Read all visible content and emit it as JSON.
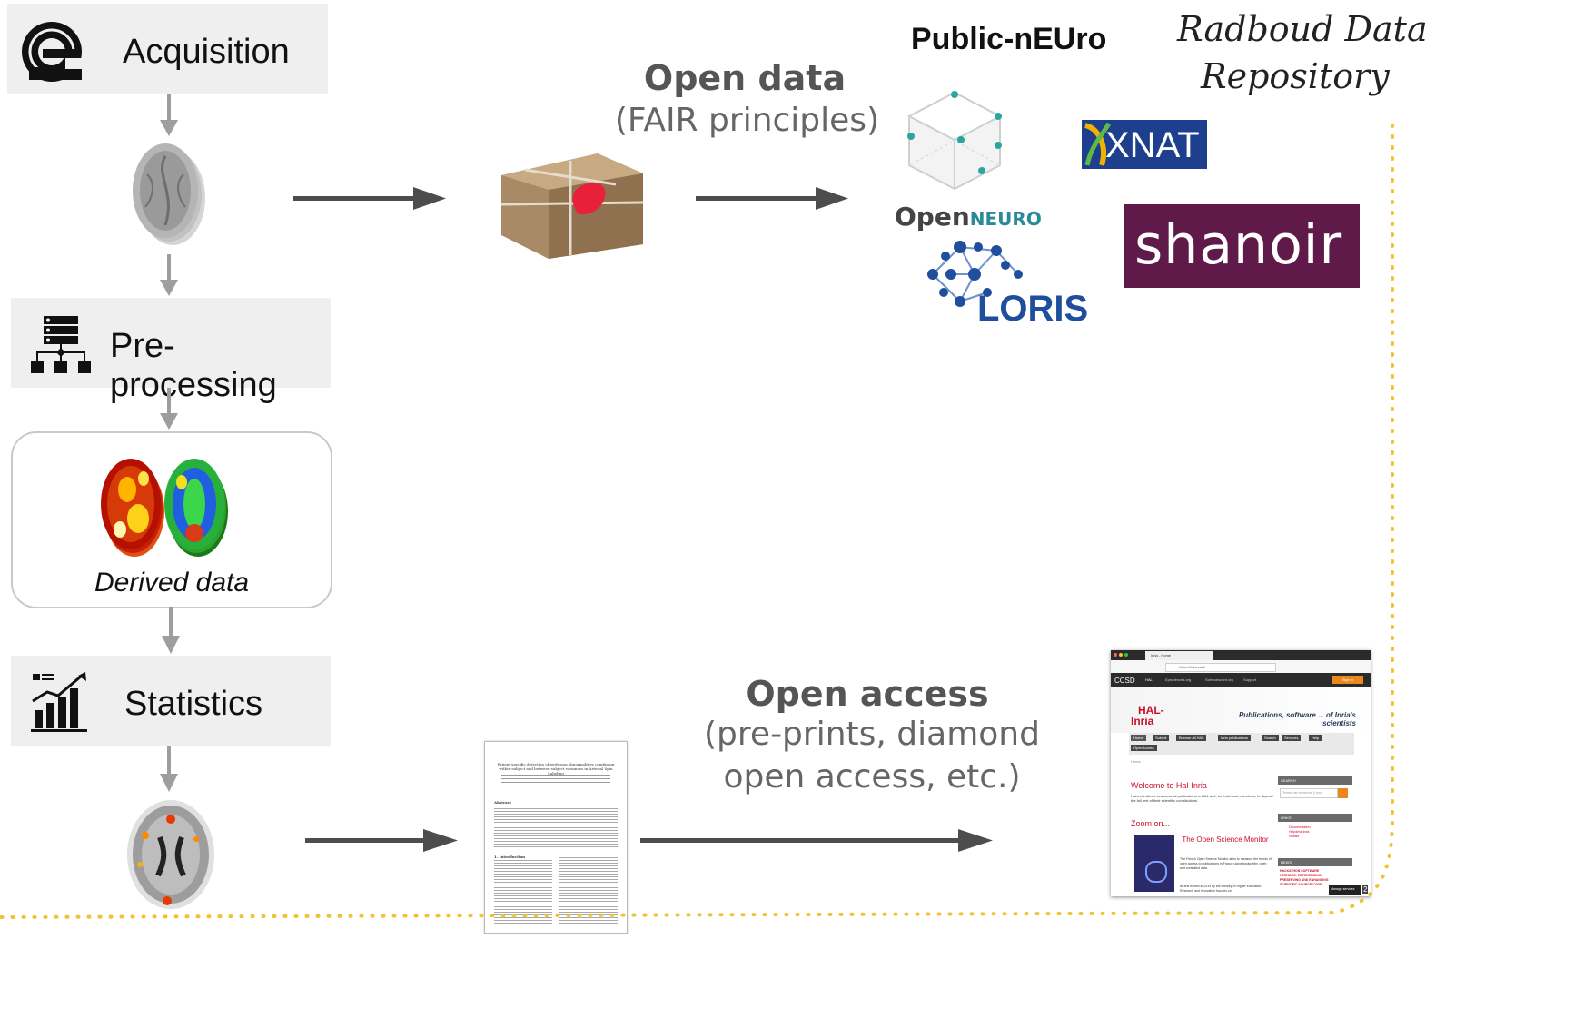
{
  "pipeline": {
    "acquisition": {
      "label": "Acquisition"
    },
    "preprocessing": {
      "label": "Pre-processing"
    },
    "derived": {
      "label": "Derived data"
    },
    "statistics": {
      "label": "Statistics"
    }
  },
  "open_data": {
    "title": "Open data",
    "subtitle": "(FAIR principles)"
  },
  "open_access": {
    "title": "Open access",
    "subtitle_line1": "(pre-prints, diamond",
    "subtitle_line2": "open access, etc.)"
  },
  "repositories": {
    "public_neuro": "Public-nEUro",
    "radboud_line1": "Radboud Data",
    "radboud_line2": "Repository",
    "openneuro_open": "Open",
    "openneuro_neuro": "NEURO",
    "loris": "LORIS",
    "xnat": "XNAT",
    "shanoir": "shanoir"
  },
  "paper": {
    "title": "Patient-specific detection of perfusion abnormalities combining within-subject and between-subject variances in Arterial Spin Labeling",
    "abstract_heading": "Abstract",
    "intro_heading": "1. Introduction"
  },
  "hal_screenshot": {
    "tab": "Inria - Home",
    "url": "https://hal.inria.fr",
    "brand": "CCSD",
    "nav": [
      "HAL",
      "Episciences.org",
      "Sciencesconf.org",
      "Support"
    ],
    "sign_in": "Sign in",
    "logo_line1": "HAL-",
    "logo_line2": "Inria",
    "tagline": "Publications, software ... of Inria's scientists",
    "menu": [
      "Home",
      "Submit",
      "Browse all HAL",
      "Inria publications",
      "Search",
      "Services",
      "Help"
    ],
    "menu2": "OpenAccess",
    "crumb": "Home",
    "welcome": "Welcome to Hal-Inria",
    "welcome_text": "Hal-Inria allows to access all publications in HAL and, for Inria team members, to deposit the full text of their scientific contributions.",
    "zoom": "Zoom on...",
    "monitor_title": "The Open Science Monitor",
    "monitor_text": "The French Open Science Monitor aims to measure the trends of open access to publications in France using trustworthy, open and controlled data.",
    "monitor_text2": "Its first edition in 2019 by the Ministry of Higher Education, Research and Innovation focuses on",
    "search_label": "SEARCH",
    "search_placeholder": "Termes de recherche (* pour",
    "links_label": "LINKS",
    "links": [
      "Documentation",
      "Helpdesk Inria",
      "contact"
    ],
    "news_label": "NEWS",
    "news_text": "HACKATHON SOFTWARE HERITAGE: REFERENCING, PRESERVING AND ENHANCING SCIENTIFIC SOURCE CODE",
    "manage": "Manage services",
    "badge": "2"
  },
  "colors": {
    "box_bg": "#efefef",
    "arrow": "#4d4d4d",
    "dotted": "#f1c232",
    "shanoir_bg": "#5f1a4a",
    "xnat_bg": "#1d3f8e",
    "loris": "#1f4e9c"
  },
  "icons": [
    "mri-scanner-icon",
    "server-hierarchy-icon",
    "bar-chart-icon",
    "brain-scan-icon",
    "package-icon",
    "paper-document-icon",
    "openneuro-cube-icon",
    "loris-network-icon"
  ]
}
